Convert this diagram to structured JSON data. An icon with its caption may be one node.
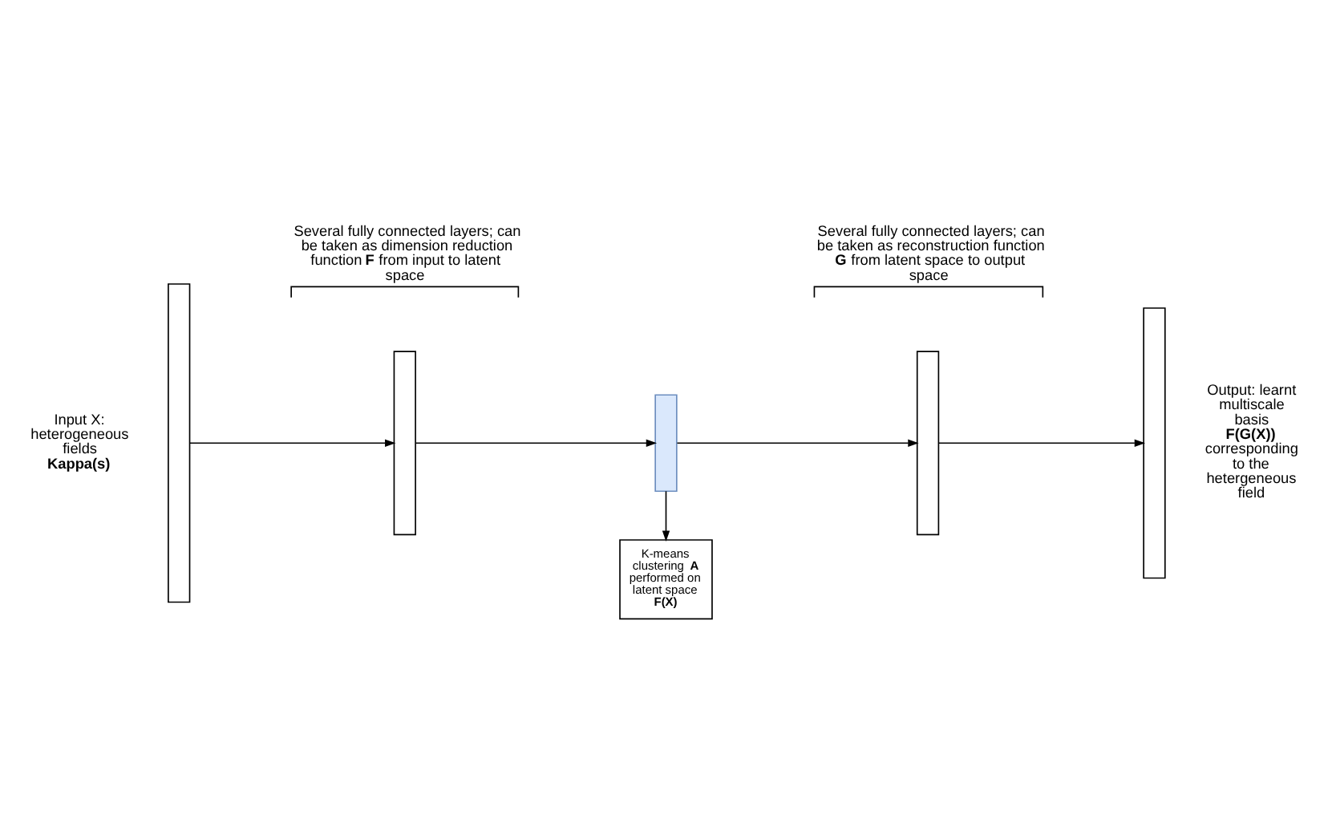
{
  "diagram": {
    "nodes": [
      {
        "text": [],
        "shape": "bar",
        "beside": [
          "Input X: heterogeneous fields **Kappa(s)**"
        ]
      },
      {
        "text": [],
        "shape": "bar"
      },
      {
        "text": [],
        "shape": "bar"
      },
      {
        "text": [],
        "shape": "bar"
      },
      {
        "text": [],
        "shape": "bar",
        "beside": [
          "Output: learnt multiscale basis **F(G(X))** corresponding to the hetergeneous field"
        ]
      },
      {
        "text": [
          "K-means clustering **A** performed on latent space **F(X)**"
        ]
      }
    ],
    "edges": [
      {
        "from": 0,
        "to": 1,
        "arrow": "to"
      },
      {
        "from": 1,
        "to": 2,
        "arrow": "to"
      },
      {
        "from": 2,
        "to": 3,
        "arrow": "to"
      },
      {
        "from": 3,
        "to": 4,
        "arrow": "to"
      },
      {
        "from": 2,
        "to": 5,
        "arrow": "to"
      }
    ],
    "labels": [
      "Several fully connected layers; can be taken as dimension reduction function **F** from input to latent space",
      "Several fully connected layers; can be taken as reconstruction function **G** from latent space to output space"
    ]
  }
}
